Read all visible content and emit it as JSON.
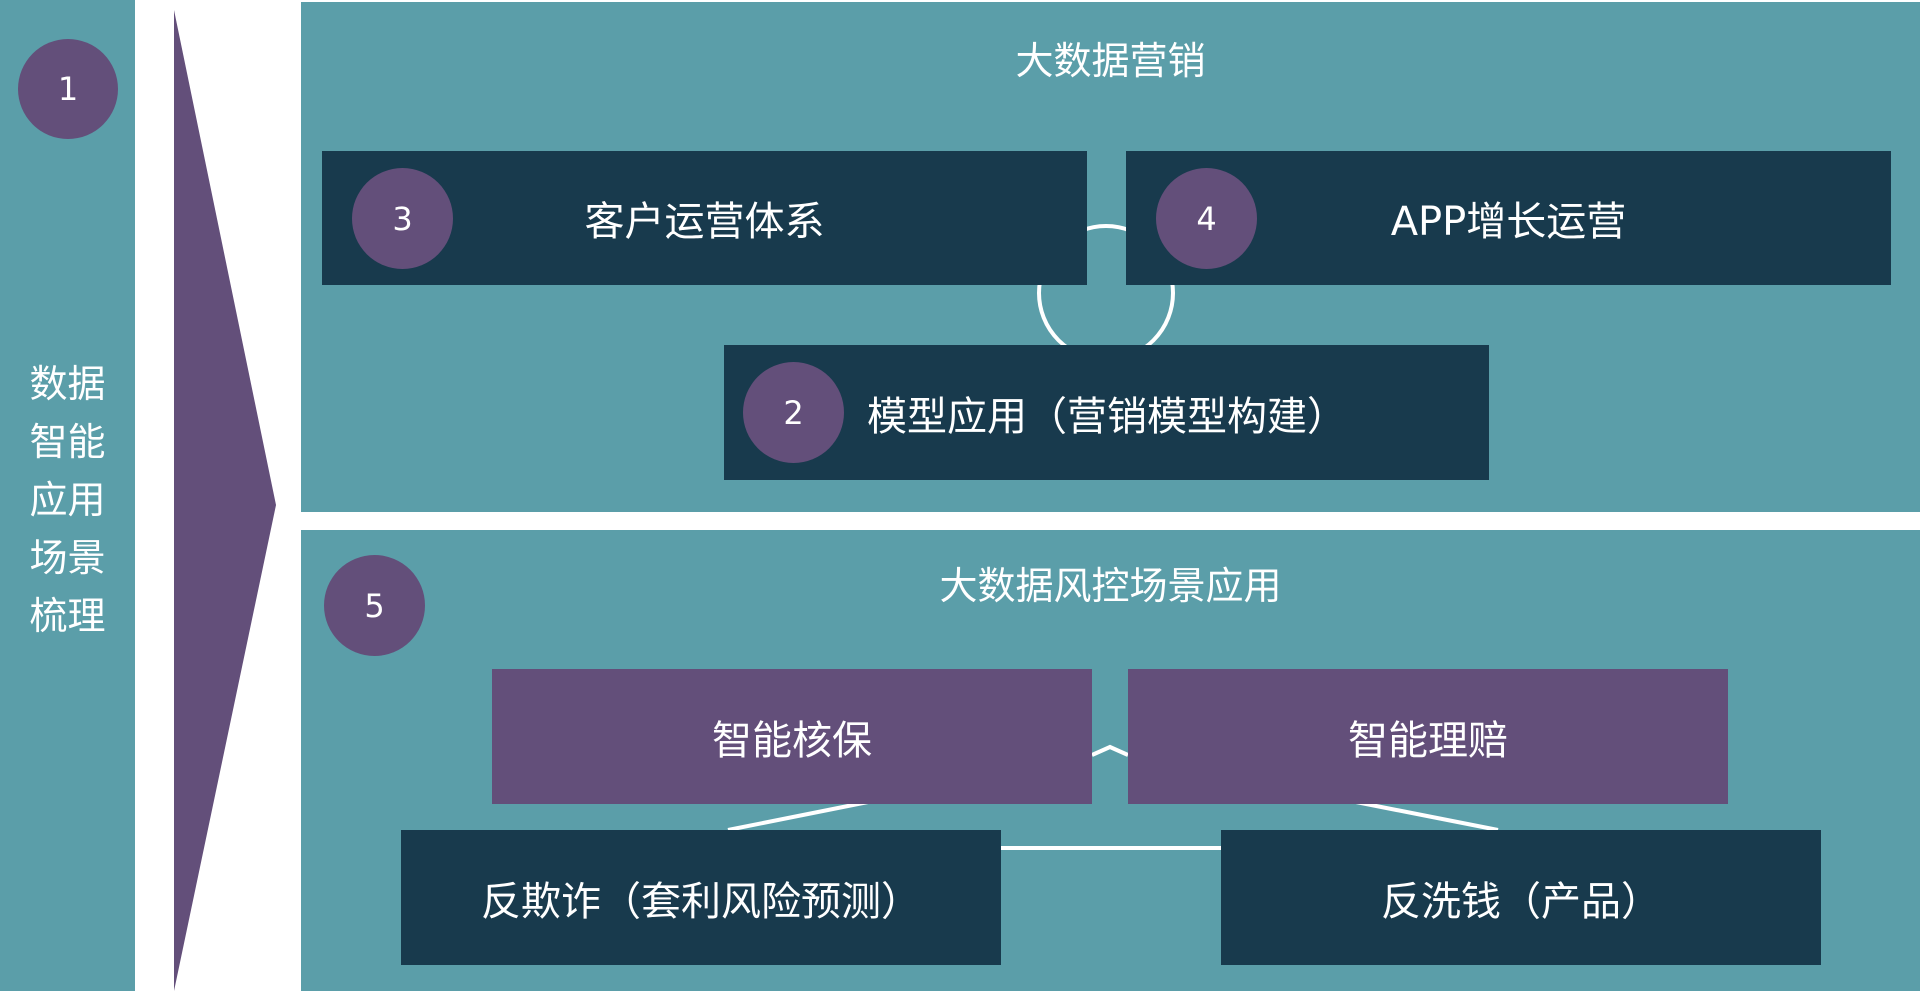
{
  "left": {
    "number": "1",
    "title_lines": [
      "数据",
      "智能",
      "应用",
      "场景",
      "梳理"
    ]
  },
  "marketing": {
    "title": "大数据营销",
    "items": [
      {
        "number": "3",
        "label": "客户运营体系"
      },
      {
        "number": "4",
        "label": "APP增长运营"
      },
      {
        "number": "2",
        "label": "模型应用（营销模型构建）"
      }
    ]
  },
  "risk": {
    "number": "5",
    "title": "大数据风控场景应用",
    "items": [
      {
        "label": "智能核保"
      },
      {
        "label": "智能理赔"
      },
      {
        "label": "反欺诈（套利风险预测）"
      },
      {
        "label": "反洗钱（产品）"
      }
    ]
  },
  "colors": {
    "teal": "#5b9ea9",
    "navy": "#183a4d",
    "purple": "#634f7a",
    "white": "#ffffff"
  }
}
